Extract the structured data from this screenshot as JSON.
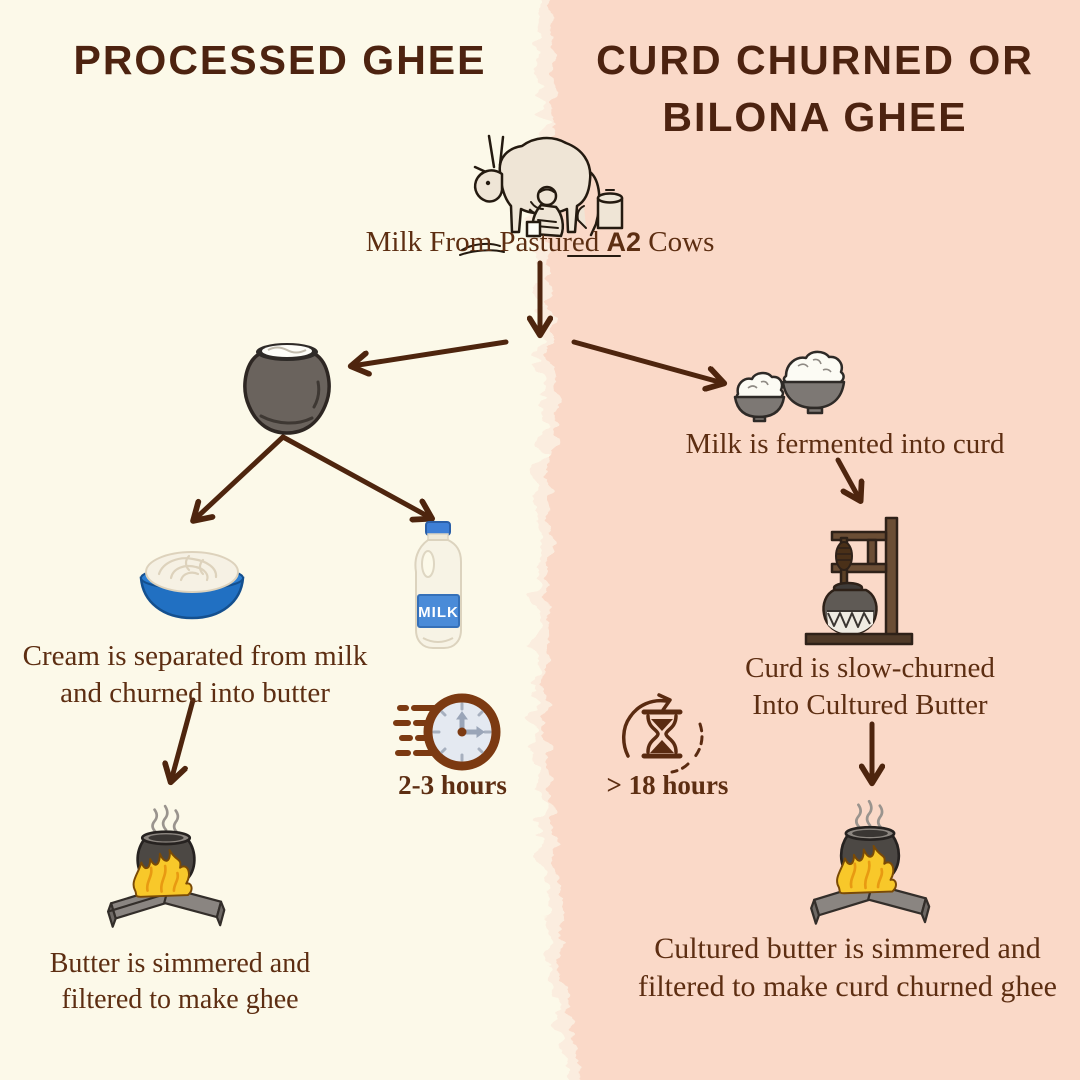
{
  "colors": {
    "left_bg": "#FCF9E9",
    "right_bg": "#FAD9C8",
    "text_brown": "#5D2E12",
    "title_brown": "#4D2310",
    "arrow_brown": "#4E250E",
    "flame_yellow": "#F8C82A",
    "bowl_blue": "#2170C2",
    "milk_label_blue": "#4A8BD8"
  },
  "titles": {
    "left": "PROCESSED GHEE",
    "right_line1": "CURD CHURNED OR",
    "right_line2": "BILONA GHEE"
  },
  "source": {
    "prefix": "Milk From Pastured ",
    "highlight": "A2",
    "suffix": " Cows"
  },
  "left_flow": {
    "cream_step_line1": "Cream is separated from milk",
    "cream_step_line2": "and churned into butter",
    "simmer_line1": "Butter is simmered and",
    "simmer_line2": "filtered to make ghee",
    "duration": "2-3 hours"
  },
  "right_flow": {
    "ferment_step": "Milk is fermented into curd",
    "churn_line1": "Curd is slow-churned",
    "churn_line2": "Into Cultured Butter",
    "simmer_line1": "Cultured butter is simmered and",
    "simmer_line2": "filtered to make curd churned ghee",
    "duration": "> 18 hours"
  },
  "icons": {
    "milk_bottle_label": "MILK"
  }
}
